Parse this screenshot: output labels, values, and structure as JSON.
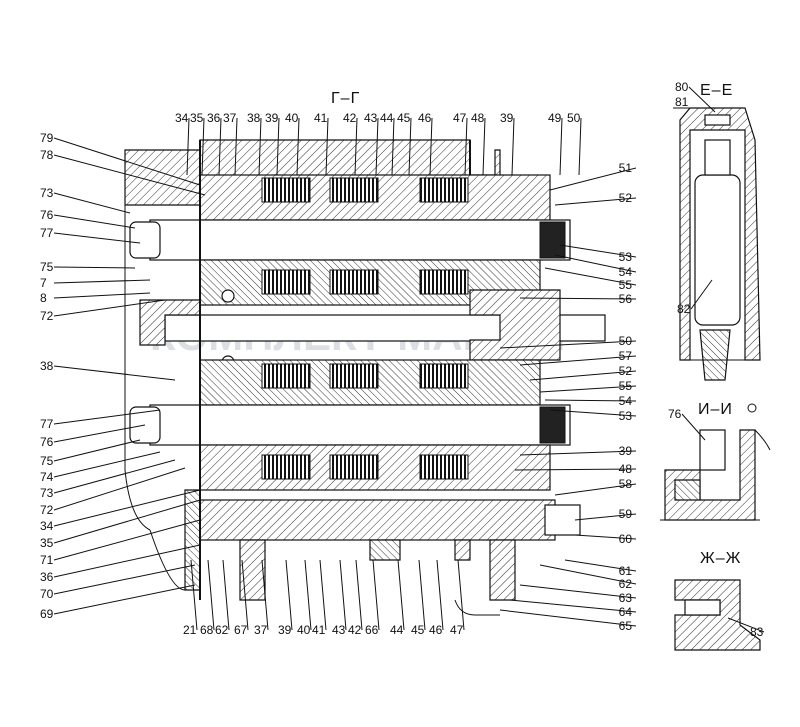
{
  "sections": {
    "main": "Г–Г",
    "e": "Е–Е",
    "i": "И–И",
    "zh": "Ж–Ж"
  },
  "left_labels": [
    "79",
    "78",
    "73",
    "76",
    "77",
    "75",
    "7",
    "8",
    "72",
    "38",
    "77",
    "76",
    "75",
    "74",
    "73",
    "72",
    "34",
    "35",
    "71",
    "36",
    "70",
    "69"
  ],
  "top_labels": [
    "34",
    "35",
    "36",
    "37",
    "38",
    "39",
    "40",
    "41",
    "42",
    "43",
    "44",
    "45",
    "46",
    "47",
    "48",
    "39",
    "49",
    "50"
  ],
  "right_labels": [
    "51",
    "52",
    "53",
    "54",
    "55",
    "56",
    "50",
    "57",
    "52",
    "55",
    "54",
    "53",
    "39",
    "48",
    "58",
    "59",
    "60",
    "61",
    "62",
    "63",
    "64",
    "65"
  ],
  "bottom_labels": [
    "21",
    "68",
    "62",
    "67",
    "37",
    "39",
    "40",
    "41",
    "43",
    "42",
    "66",
    "44",
    "45",
    "46",
    "47"
  ],
  "detail_labels": {
    "e_80": "80",
    "e_81": "81",
    "e_82": "82",
    "i_76": "76",
    "zh_83": "83"
  },
  "watermark": "КОМПЛЕКТ-МАШИН"
}
